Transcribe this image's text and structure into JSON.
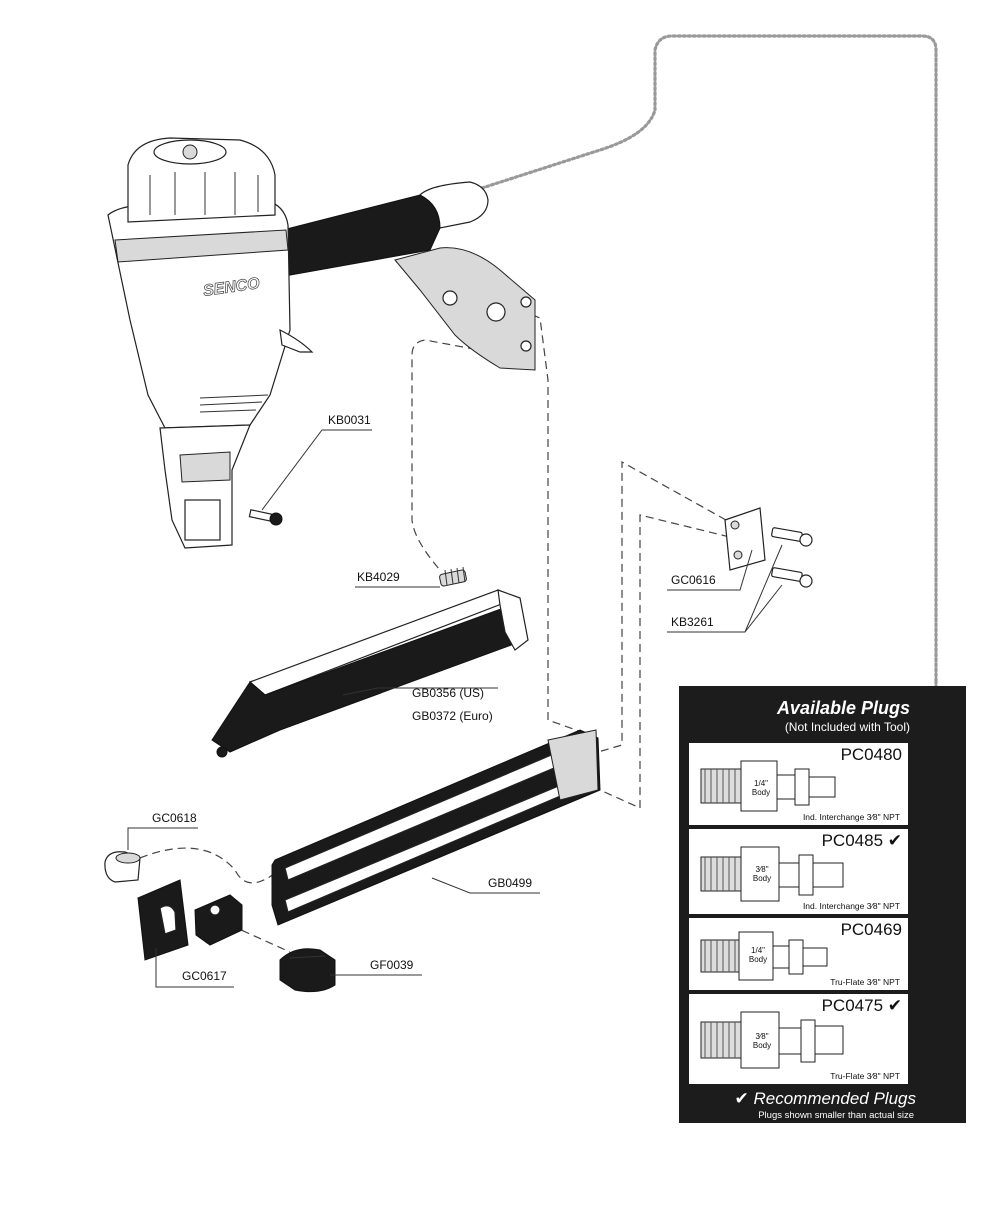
{
  "brand": "SENCO",
  "callouts": {
    "kb0031": "KB0031",
    "kb4029": "KB4029",
    "gb0356": "GB0356 (US)",
    "gb0372": "GB0372 (Euro)",
    "gc0616": "GC0616",
    "kb3261": "KB3261",
    "gc0618": "GC0618",
    "gb0499": "GB0499",
    "gc0617": "GC0617",
    "gf0039": "GF0039"
  },
  "plugs_panel": {
    "title": "Available Plugs",
    "subtitle": "(Not Included with Tool)",
    "plugs": [
      {
        "code": "PC0480",
        "size": "1/4\"",
        "body": "Body",
        "caption": "Ind. Interchange 3⁄8\" NPT"
      },
      {
        "code": "PC0485 ✔",
        "size": "3⁄8\"",
        "body": "Body",
        "caption": "Ind. Interchange 3⁄8\" NPT"
      },
      {
        "code": "PC0469",
        "size": "1/4\"",
        "body": "Body",
        "caption": "Tru-Flate 3⁄8\" NPT"
      },
      {
        "code": "PC0475 ✔",
        "size": "3⁄8\"",
        "body": "Body",
        "caption": "Tru-Flate 3⁄8\" NPT"
      }
    ],
    "recommended": "✔ Recommended Plugs",
    "note": "Plugs shown smaller than actual size"
  },
  "colors": {
    "panel_bg": "#1c1c1c",
    "line": "#333333",
    "dotted": "#999999"
  }
}
